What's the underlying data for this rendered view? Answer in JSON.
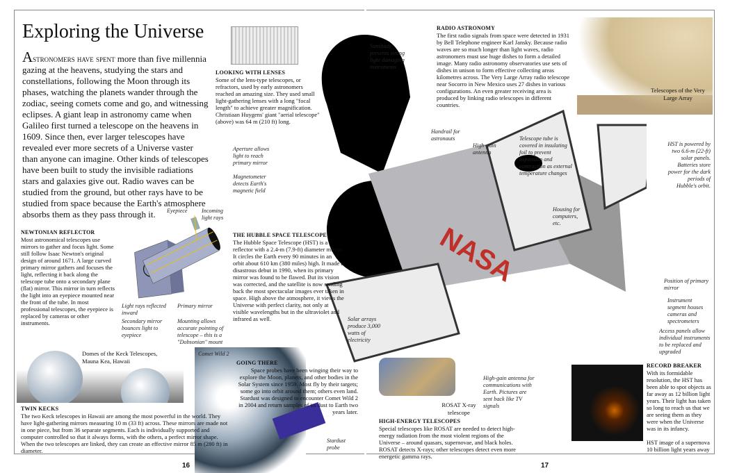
{
  "title": "Exploring the Universe",
  "intro": {
    "dropcap": "A",
    "lead": "stronomers have spent",
    "text": " more than five millennia gazing at the heavens, studying the stars and constellations, following the Moon through its phases, watching the planets wander through the zodiac, seeing comets come and go, and witnessing eclipses. A giant leap in astronomy came when Galileo first turned a telescope on the heavens in 1609. Since then, ever larger telescopes have revealed ever more secrets of a Universe vaster than anyone can imagine. Other kinds of telescopes have been built to study the invisible radiations stars and galaxies give out. Radio waves can be studied from the ground, but other rays have to be studied from space because the Earth's atmosphere absorbs them as they pass through it."
  },
  "lenses": {
    "heading": "LOOKING WITH LENSES",
    "text": "Some of the lens-type telescopes, or refractors, used by early astronomers reached an amazing size. They used small light-gathering lenses with a long \"focal length\" to achieve greater magnification. Christiaan Huygens' giant \"aerial telescope\" (above) was 64 m (210 ft) long."
  },
  "newtonian": {
    "heading": "NEWTONIAN REFLECTOR",
    "text": "Most astronomical telescopes use mirrors to gather and focus light. Some still follow Isaac Newton's original design of around 1671. A large curved primary mirror gathers and focuses the light, reflecting it back along the telescope tube onto a secondary plane (flat) mirror. This mirror in turn reflects the light into an eyepiece mounted near the front of the tube. In most professional telescopes, the eyepiece is replaced by cameras or other instruments."
  },
  "newton_labels": {
    "eyepiece": "Eyepiece",
    "incoming": "Incoming light rays",
    "reflected": "Light rays reflected inward",
    "primary": "Primary mirror",
    "secondary": "Secondary mirror bounces light to eyepiece",
    "mounting": "Mounting allows accurate pointing of telescope – this is a \"Dobsonian\" mount"
  },
  "keck": {
    "caption": "Domes of the Keck Telescopes, Mauna Kea, Hawaii",
    "heading": "TWIN KECKS",
    "text": "The two Keck telescopes in Hawaii are among the most powerful in the world. They have light-gathering mirrors measuring 10 m (33 ft) across. These mirrors are made not in one piece, but from 36 separate segments. Each is individually supported and computer controlled so that it always forms, with the others, a perfect mirror shape. When the two telescopes are linked, they can create an effective mirror 85 m (280 ft) in diameter."
  },
  "hubble": {
    "heading": "THE HUBBLE SPACE TELESCOPE",
    "text": "The Hubble Space Telescope (HST) is a reflector with a 2.4-m (7.9-ft) diameter mirror. It circles the Earth every 90 minutes in an orbit about 610 km (380 miles) high. It made a disastrous debut in 1990, when its primary mirror was found to be flawed. But its vision was corrected, and the satellite is now sending back the most spectacular images ever taken in space. High above the atmosphere, it views the Universe with perfect clarity, not only at visible wavelengths but in the ultraviolet and infrared as well."
  },
  "hst_labels": {
    "sunshade": "Sunshade prevents strong light damaging instruments",
    "aperture": "Aperture allows light to reach primary mirror",
    "magnetometer": "Magnetometer detects Earth's magnetic field",
    "handrail": "Handrail for astronauts",
    "antenna": "High-gain antenna",
    "foil": "Telescope tube is covered in insulating foil to prevent expansion and contraction as external temperature changes",
    "power": "HST is powered by two 6.6-m (22-ft) solar panels. Batteries store power for the dark periods of Hubble's orbit.",
    "housing": "Housing for computers, etc.",
    "primary": "Position of primary mirror",
    "instrument": "Instrument segment houses cameras and spectrometers",
    "access": "Access panels allow individual instruments to be replaced and upgraded",
    "solar": "Solar arrays produce 3,000 watts of electricity",
    "comms": "High-gain antenna for communications with Earth. Pictures are sent back like TV signals"
  },
  "radio": {
    "heading": "RADIO ASTRONOMY",
    "text": "The first radio signals from space were detected in 1931 by Bell Telephone engineer Karl Jansky. Because radio waves are so much longer than light waves, radio astronomers must use huge dishes to form a detailed image. Many radio astronomy observatories use sets of dishes in unison to form effective collecting areas kilometres across. The Very Large Array radio telescope near Socorro in New Mexico uses 27 dishes in various configurations. An even greater receiving area is produced by linking radio telescopes in different countries.",
    "caption": "Telescopes of the Very Large Array"
  },
  "going": {
    "heading": "GOING THERE",
    "text": "Space probes have been winging their way to explore the Moon, planets, and other bodies in the Solar System since 1959. Most fly by their targets; some go into orbit around them; others even land. Stardust was designed to encounter Comet Wild 2 in 2004 and return samples of its dust to Earth two years later.",
    "comet": "Comet Wild 2",
    "probe": "Stardust probe"
  },
  "rosat": {
    "caption": "ROSAT X-ray telescope",
    "heading": "HIGH-ENERGY TELESCOPES",
    "text": "Special telescopes like ROSAT are needed to detect high-energy radiation from the most violent regions of the Universe – around quasars, supernovae, and black holes. ROSAT detects X-rays; other telescopes detect even more energetic gamma rays."
  },
  "record": {
    "heading": "RECORD BREAKER",
    "text": "With its formidable resolution, the HST has been able to spot objects as far away as 12 billion light years. Their light has taken so long to reach us that we are seeing them as they were when the Universe was in its infancy.",
    "caption": "HST image of a supernova 10 billion light years away"
  },
  "pages": {
    "left": "16",
    "right": "17"
  }
}
